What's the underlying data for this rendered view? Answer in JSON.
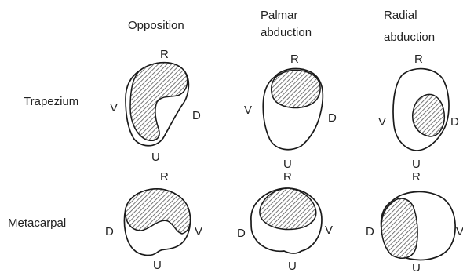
{
  "column_titles": {
    "opposition": "Opposition",
    "palmar": [
      "Palmar",
      "abduction"
    ],
    "radial": [
      "Radial",
      "abduction"
    ]
  },
  "row_labels": {
    "trapezium": "Trapezium",
    "metacarpal": "Metacarpal"
  },
  "direction_labels": {
    "radial": "R",
    "ulnar": "U",
    "volar": "V",
    "dorsal": "D"
  },
  "hatch_color": "#555555"
}
